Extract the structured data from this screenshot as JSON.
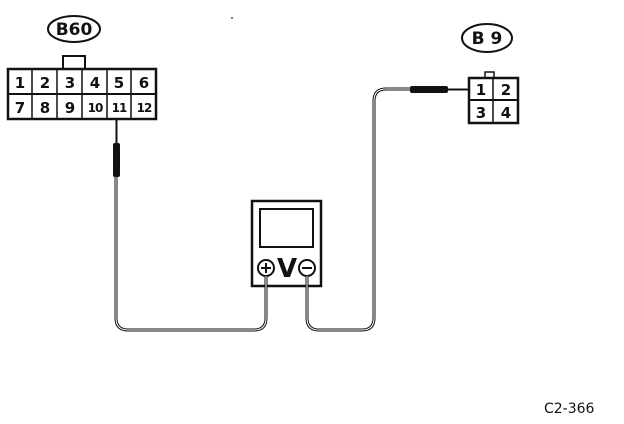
{
  "connector_b60": {
    "label": "B60",
    "pins_top": [
      "1",
      "2",
      "3",
      "4",
      "5",
      "6"
    ],
    "pins_bottom": [
      "7",
      "8",
      "9",
      "10",
      "11",
      "12"
    ]
  },
  "connector_b9": {
    "label": "B 9",
    "pins_top": [
      "1",
      "2"
    ],
    "pins_bottom": [
      "3",
      "4"
    ]
  },
  "voltmeter": {
    "symbol": "V",
    "positive": "+",
    "negative": "−"
  },
  "figure_code": "C2-366",
  "colors": {
    "ink": "#111111",
    "background": "#ffffff"
  }
}
